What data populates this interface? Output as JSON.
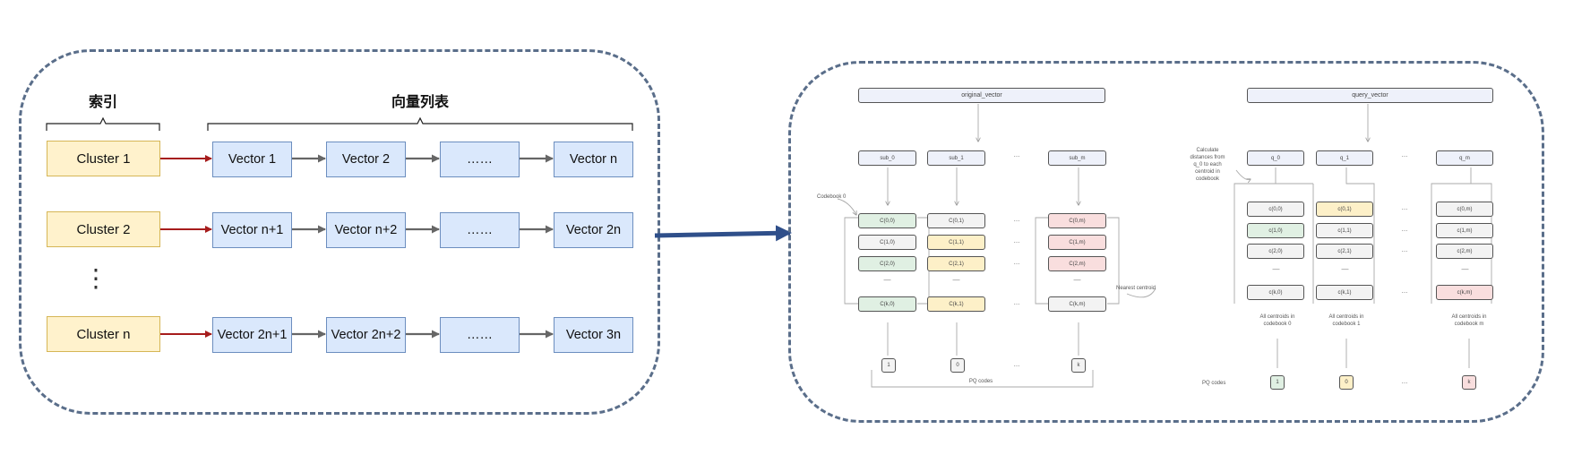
{
  "left": {
    "index_header": "索引",
    "vector_list_header": "向量列表",
    "clusters": [
      "Cluster 1",
      "Cluster 2",
      "Cluster n"
    ],
    "rows": [
      [
        "Vector 1",
        "Vector 2",
        "……",
        "Vector n"
      ],
      [
        "Vector n+1",
        "Vector n+2",
        "……",
        "Vector 2n"
      ],
      [
        "Vector 2n+1",
        "Vector 2n+2",
        "……",
        "Vector 3n"
      ]
    ],
    "vertical_ellipsis": "⋮"
  },
  "encode": {
    "original_vector": "original_vector",
    "subs": [
      "sub_0",
      "sub_1",
      "sub_m"
    ],
    "codebook_label": "Codebook 0",
    "col0": [
      "C(0,0)",
      "C(1,0)",
      "C(2,0)",
      "C(k,0)"
    ],
    "col1": [
      "C(0,1)",
      "C(1,1)",
      "C(2,1)",
      "C(k,1)"
    ],
    "colm": [
      "C(0,m)",
      "C(1,m)",
      "C(2,m)",
      "C(k,m)"
    ],
    "nearest_label": "Nearest centroid",
    "codes": [
      "1",
      "0",
      "k"
    ],
    "pq_codes_label": "PQ codes",
    "ellipsis": "...",
    "dash": "—"
  },
  "query": {
    "query_vector": "query_vector",
    "subs": [
      "q_0",
      "q_1",
      "q_m"
    ],
    "calc_label": [
      "Calculate",
      "distances from",
      "q_0 to each",
      "centroid in",
      "codebook"
    ],
    "col0": [
      "c(0,0)",
      "c(1,0)",
      "c(2,0)",
      "c(k,0)"
    ],
    "col1": [
      "c(0,1)",
      "c(1,1)",
      "c(2,1)",
      "c(k,1)"
    ],
    "colm": [
      "c(0,m)",
      "c(1,m)",
      "c(2,m)",
      "c(k,m)"
    ],
    "all_labels": [
      [
        "All centroids in",
        "codebook 0"
      ],
      [
        "All centroids in",
        "codebook 1"
      ],
      [
        "All centroids in",
        "codebook m"
      ]
    ],
    "pq_codes_label": "PQ codes",
    "codes": [
      "1",
      "0",
      "k"
    ],
    "ellipsis": "...",
    "dash": "—"
  },
  "colors": {
    "panel_border": "#5a6e8a",
    "cluster_fill": "#fff2cc",
    "vector_fill": "#dae8fc",
    "red_arrow": "#a61c1c",
    "gray_arrow": "#666666",
    "big_arrow": "#2f4f8a",
    "green": "#e0f0e3",
    "yellow": "#fdf0c8",
    "red": "#f9dede"
  }
}
